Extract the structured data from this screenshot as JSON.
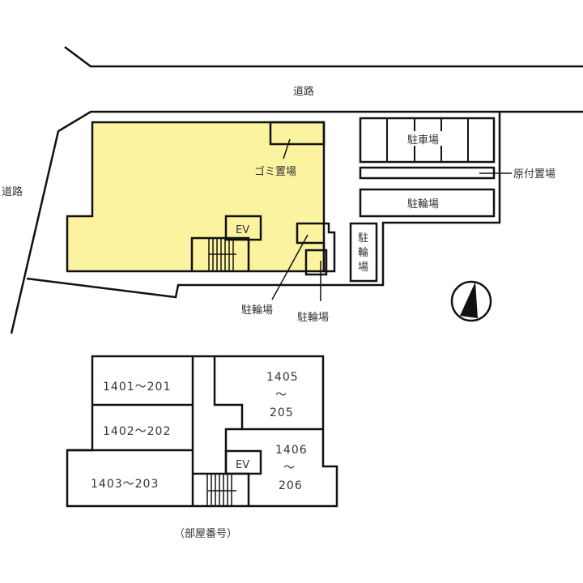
{
  "site_plan": {
    "road_top": "道路",
    "road_left": "道路",
    "garbage": "ゴミ置場",
    "ev": "EV",
    "bike_parking_1": "駐輪場",
    "bike_parking_2": "駐輪場",
    "car_parking": "駐車場",
    "moped_parking": "原付置場",
    "bike_parking_3": "駐輪場",
    "bike_parking_vertical": [
      "駐",
      "輪",
      "場"
    ]
  },
  "floor_plan": {
    "rooms": [
      "1401〜201",
      "1402〜202",
      "1403〜203"
    ],
    "room_1405": [
      "1405",
      "〜",
      "205"
    ],
    "room_1406": [
      "1406",
      "〜",
      "206"
    ],
    "ev": "EV",
    "caption": "（部屋番号）"
  },
  "colors": {
    "building": "#fbf3a0",
    "line": "#111111"
  }
}
